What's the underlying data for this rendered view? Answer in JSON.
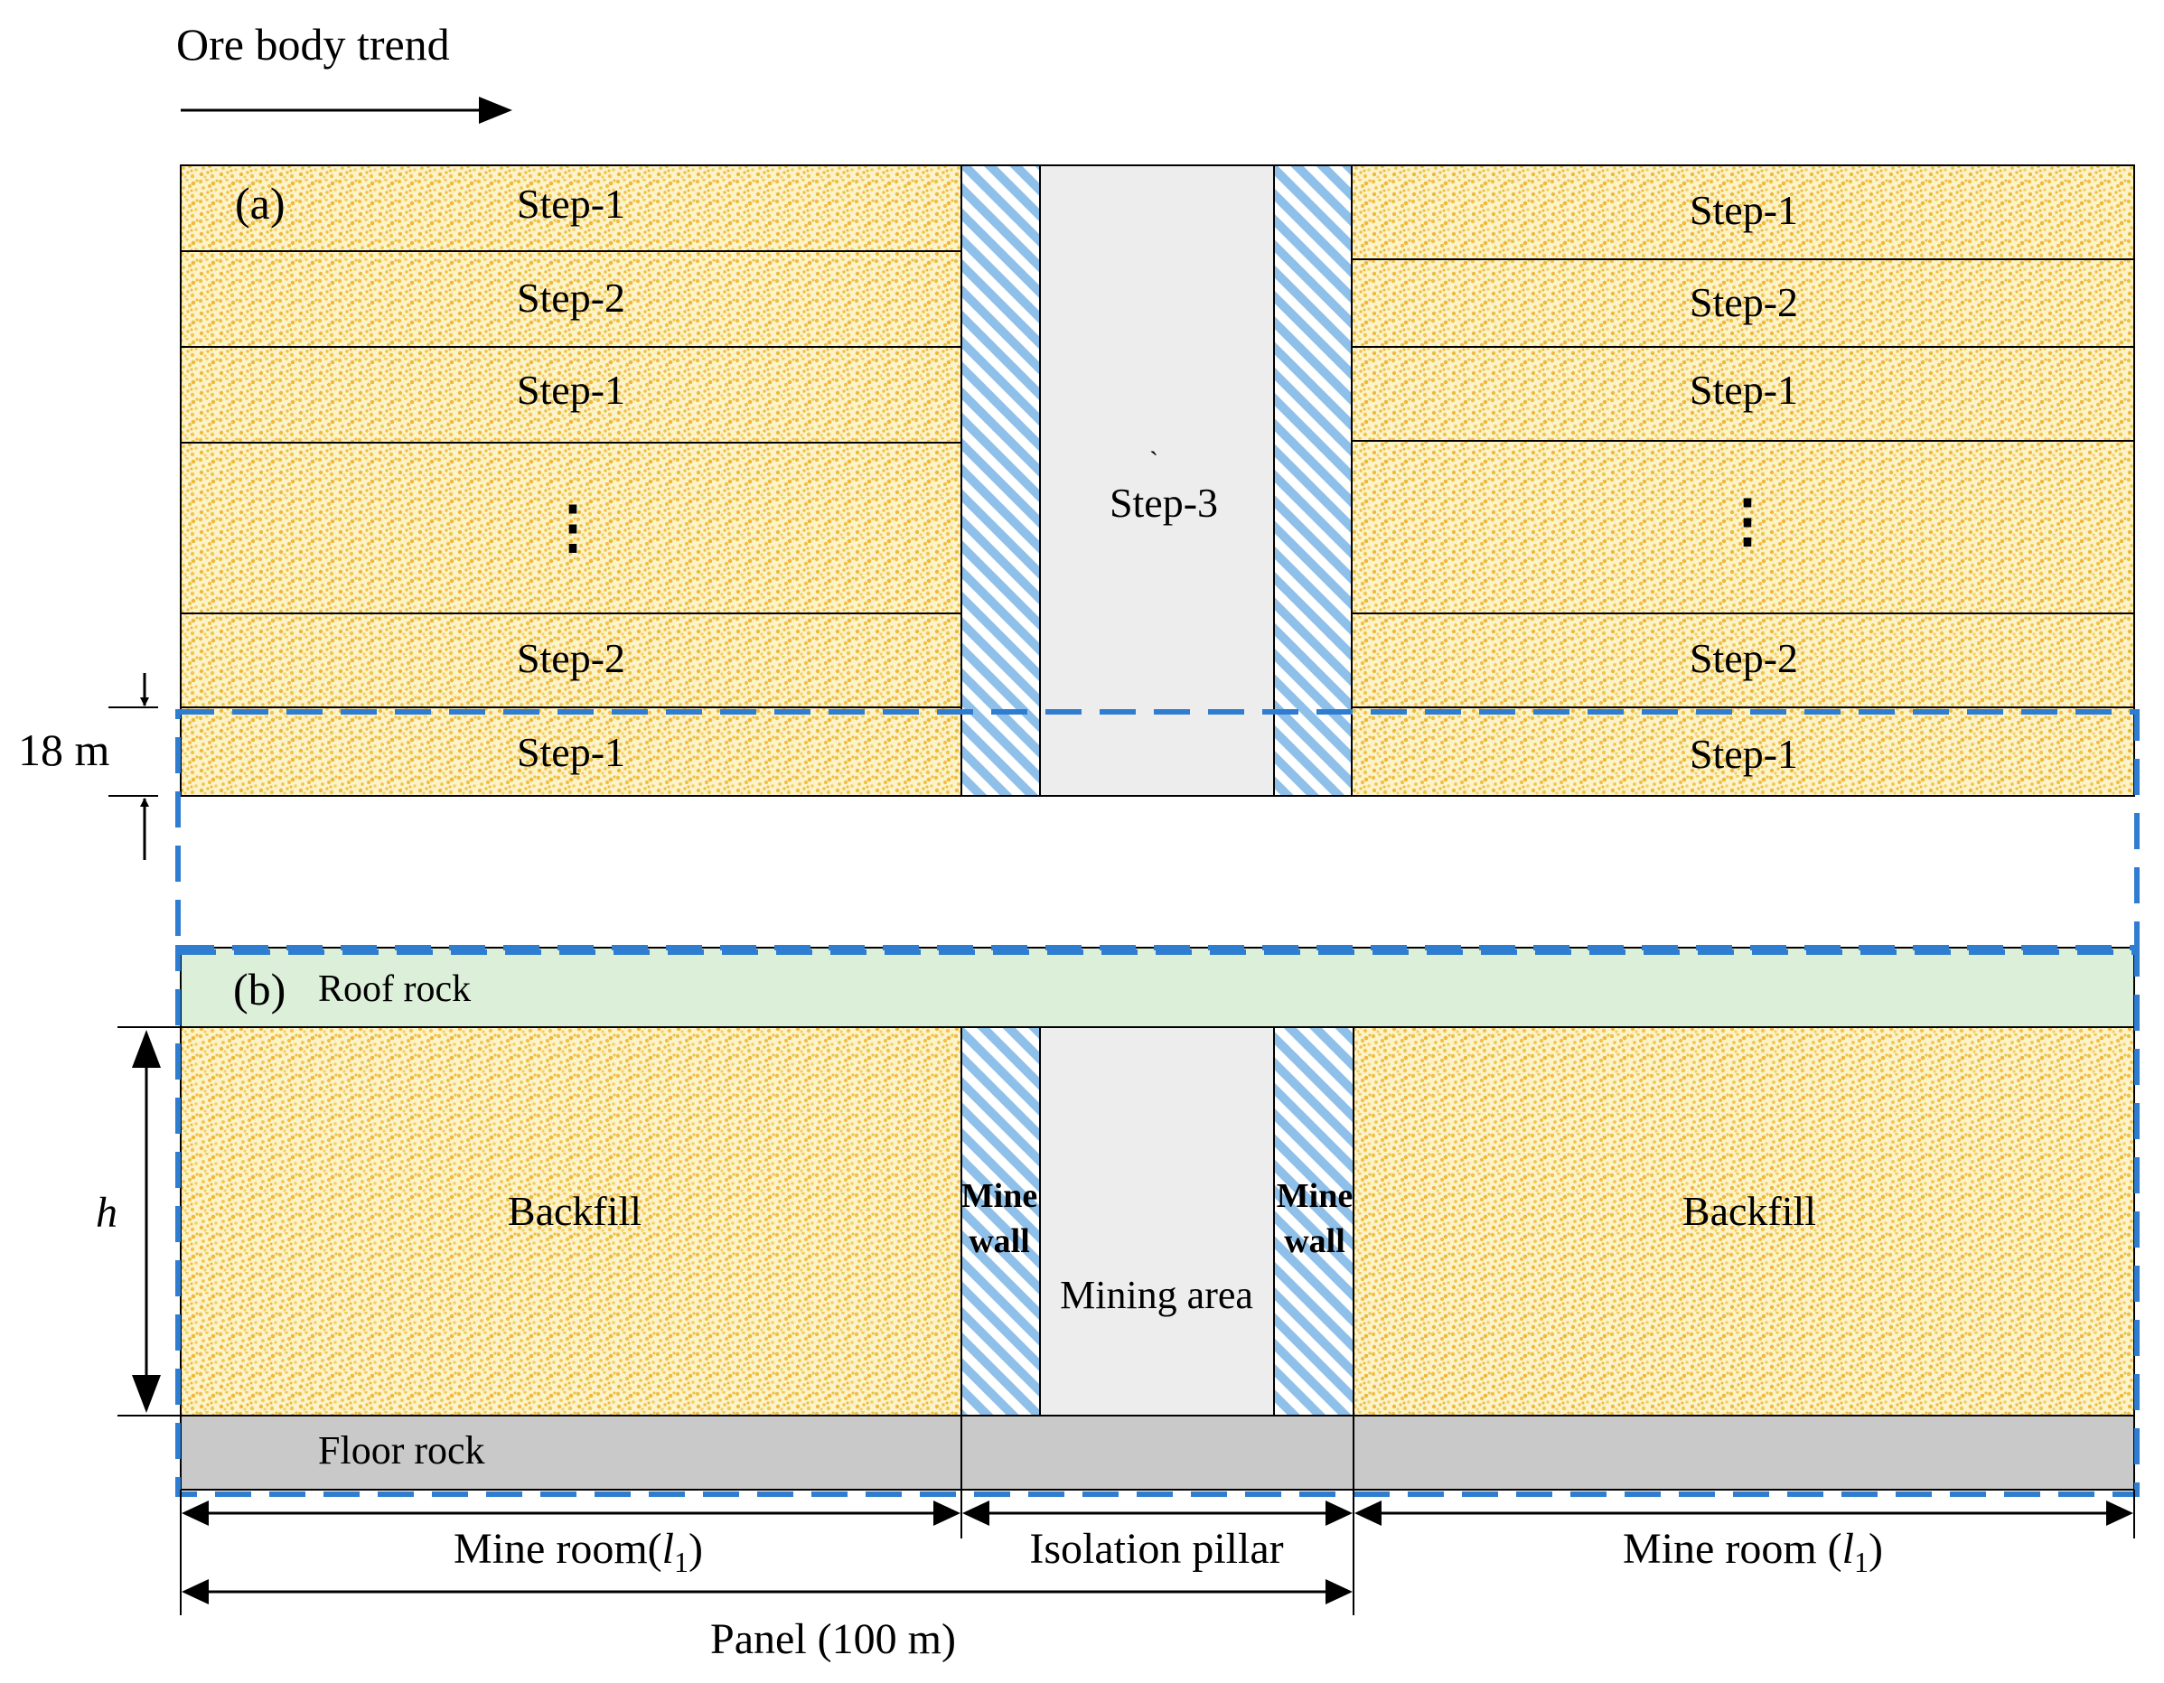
{
  "header": {
    "trend_label": "Ore body trend"
  },
  "panel_a": {
    "label": "(a)",
    "left_room_steps": [
      "Step-1",
      "Step-2",
      "Step-1",
      "⋮",
      "Step-2",
      "Step-1"
    ],
    "right_room_steps": [
      "Step-1",
      "Step-2",
      "Step-1",
      "⋮",
      "Step-2",
      "Step-1"
    ],
    "pillar_step": "Step-3",
    "stray_mark": "`",
    "dimension_label": "18 m"
  },
  "panel_b": {
    "label": "(b)",
    "roof_label": "Roof rock",
    "floor_label": "Floor rock",
    "left_fill_label": "Backfill",
    "right_fill_label": "Backfill",
    "mine_wall_line1": "Mine",
    "mine_wall_line2": "wall",
    "mining_area_label": "Mining area",
    "height_symbol": "h"
  },
  "dimensions": {
    "left_room_text": "Mine room(",
    "left_room_var": "l",
    "left_room_sub": "1",
    "left_room_close": ")",
    "pillar_label": "Isolation pillar",
    "right_room_text": "Mine room (",
    "right_room_var": "l",
    "right_room_sub": "1",
    "right_room_close": ")",
    "panel_label": "Panel (100 m)"
  },
  "colors": {
    "backfill_base": "#fdf3c8",
    "backfill_dots": "#f0bf45",
    "wall_stripe": "#8ec0ea",
    "mining_area": "#ededed",
    "roof_rock": "#dcefd8",
    "floor_rock": "#c9c9c9",
    "dashed_outline": "#2f7dd0"
  }
}
